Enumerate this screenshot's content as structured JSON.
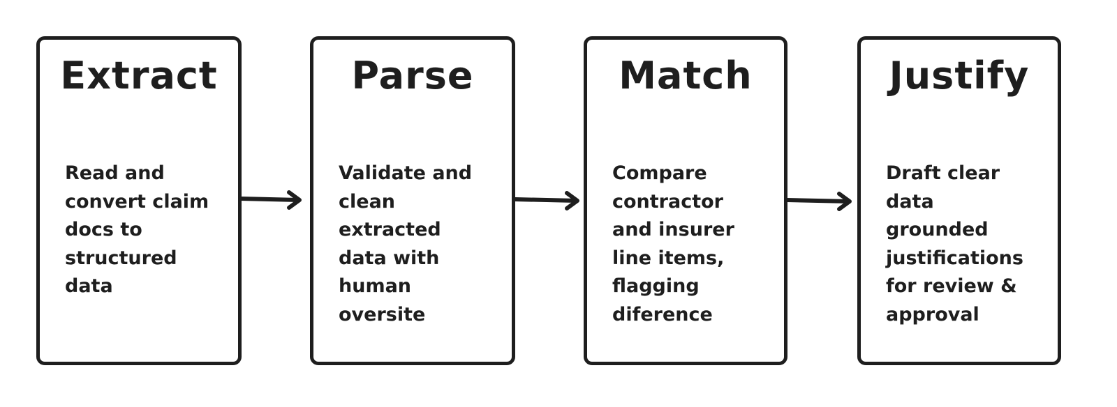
{
  "steps": [
    {
      "title": "Extract",
      "lines": [
        "Read and",
        "convert claim",
        "docs to",
        "structured",
        "data"
      ]
    },
    {
      "title": "Parse",
      "lines": [
        "Validate and",
        "clean",
        "extracted",
        "data with",
        "human",
        "oversite"
      ]
    },
    {
      "title": "Match",
      "lines": [
        "Compare",
        "contractor",
        "and insurer",
        "line items,",
        "flagging",
        "diference"
      ]
    },
    {
      "title": "Justify",
      "lines": [
        "Draft clear",
        "data",
        "grounded",
        "justifications",
        "for review &",
        "approval"
      ]
    }
  ]
}
